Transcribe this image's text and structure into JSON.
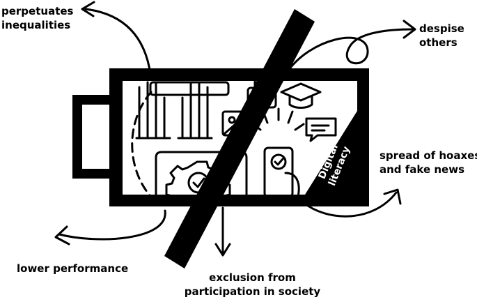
{
  "colors": {
    "ink": "#000000",
    "paper": "#ffffff",
    "soft": "#555555"
  },
  "labels": {
    "perpetuates_inequalities": [
      "perpetuates",
      "inequalities"
    ],
    "despise_others": [
      "despise",
      "others"
    ],
    "spread_of_hoaxes": [
      "spread of hoaxes",
      "and fake news"
    ],
    "lower_performance": "lower performance",
    "exclusion": [
      "exclusion from",
      "participation in society"
    ],
    "battery_tag": [
      "Digital",
      "literacy"
    ]
  },
  "icons": [
    "raised-hands-icon",
    "padlock-icon",
    "graduation-cap-icon",
    "photo-icon",
    "chat-bubble-icon",
    "settings-gear-icon",
    "laptop-icon",
    "smartphone-check-icon"
  ]
}
